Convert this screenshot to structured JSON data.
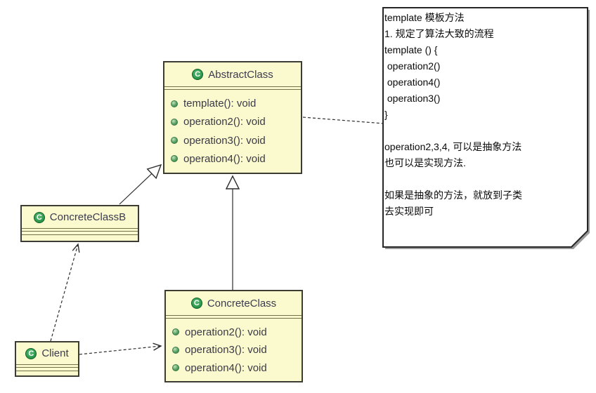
{
  "diagram": {
    "class_icon_letter": "C",
    "abstract_class": {
      "name": "AbstractClass",
      "methods": [
        "template(): void",
        "operation2(): void",
        "operation3(): void",
        "operation4(): void"
      ]
    },
    "concrete_class_b": {
      "name": "ConcreteClassB",
      "methods": []
    },
    "concrete_class": {
      "name": "ConcreteClass",
      "methods": [
        "operation2(): void",
        "operation3(): void",
        "operation4(): void"
      ]
    },
    "client": {
      "name": "Client",
      "methods": []
    },
    "note": {
      "lines": [
        "template 模板方法",
        "1. 规定了算法大致的流程",
        "template () {",
        " operation2()",
        " operation4()",
        " operation3()",
        "}",
        "",
        "operation2,3,4, 可以是抽象方法",
        "也可以是实现方法.",
        "",
        "如果是抽象的方法，就放到子类",
        "去实现即可"
      ]
    },
    "relations": [
      {
        "from": "ConcreteClassB",
        "to": "AbstractClass",
        "type": "generalization"
      },
      {
        "from": "ConcreteClass",
        "to": "AbstractClass",
        "type": "generalization"
      },
      {
        "from": "Client",
        "to": "ConcreteClassB",
        "type": "dependency"
      },
      {
        "from": "Client",
        "to": "ConcreteClass",
        "type": "dependency"
      },
      {
        "from": "AbstractClass",
        "to": "note",
        "type": "note-anchor"
      }
    ],
    "colors": {
      "class_fill": "#fbf9ce",
      "class_border": "#3c3c33",
      "separator_line": "#71714a",
      "note_fill": "#ffffff",
      "note_border": "#262626",
      "note_shadow": "#9a9a9a",
      "connector": "#2d2d2d",
      "icon_green": "#2c9b4d",
      "bullet_green": "#58a263"
    }
  }
}
